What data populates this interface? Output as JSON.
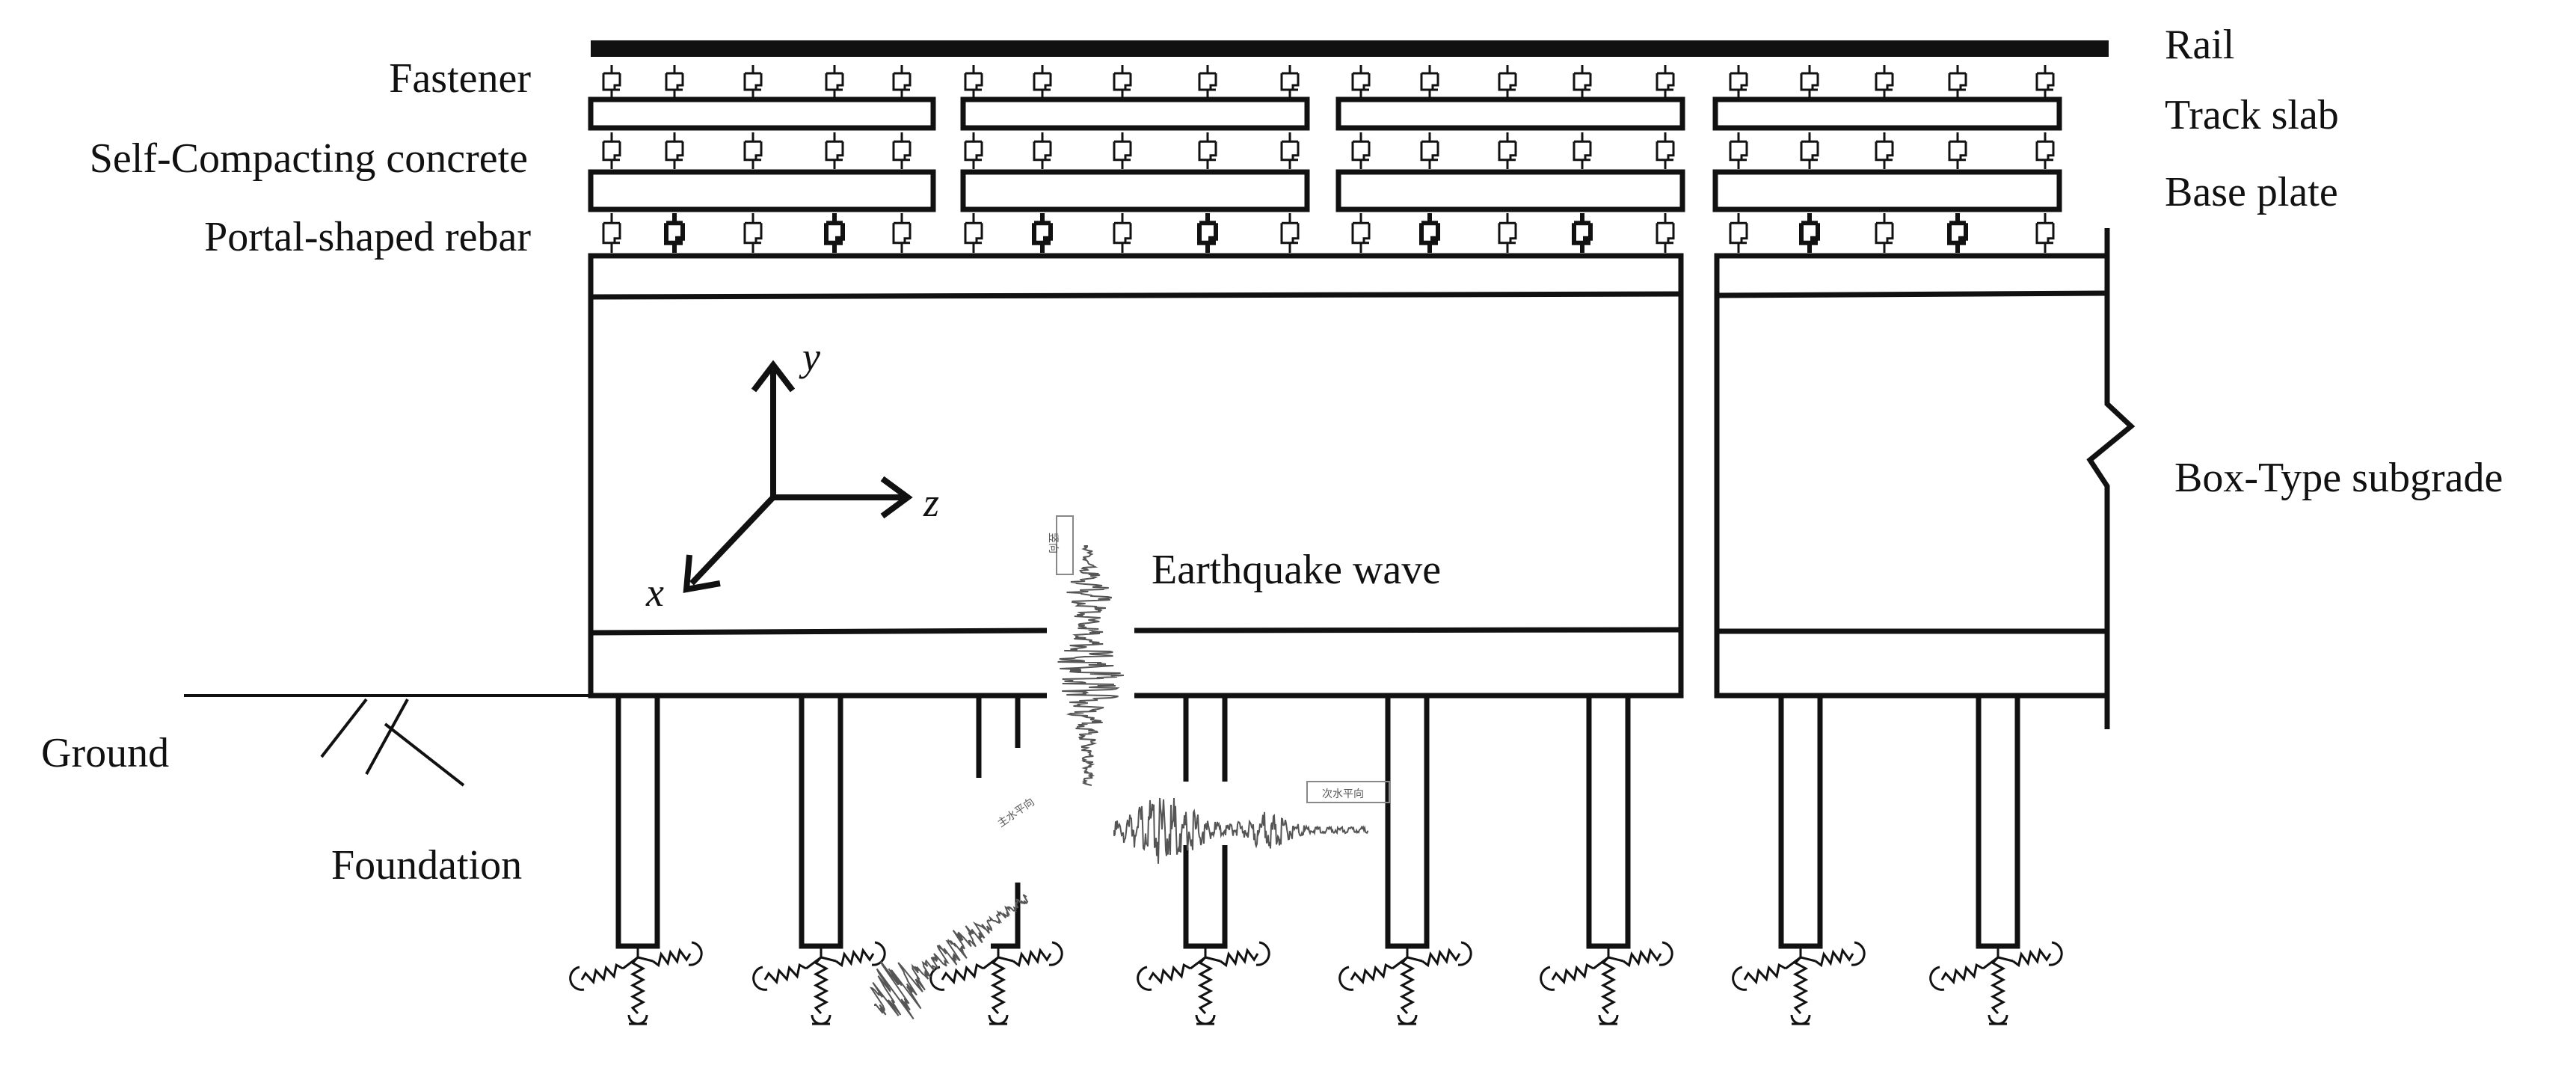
{
  "labels": {
    "rail": "Rail",
    "fastener": "Fastener",
    "track_slab": "Track slab",
    "scc": "Self-Compacting concrete",
    "base_plate": "Base plate",
    "rebar": "Portal-shaped rebar",
    "subgrade": "Box-Type subgrade",
    "earthquake": "Earthquake wave",
    "ground": "Ground",
    "foundation": "Foundation"
  },
  "axes": {
    "x": "x",
    "y": "y",
    "z": "z"
  },
  "wave_legends": {
    "vertical": "竖向",
    "horizontal_2": "次水平向",
    "horizontal_1": "主水平向"
  },
  "colors": {
    "line": "#111111",
    "wave": "#555555"
  }
}
